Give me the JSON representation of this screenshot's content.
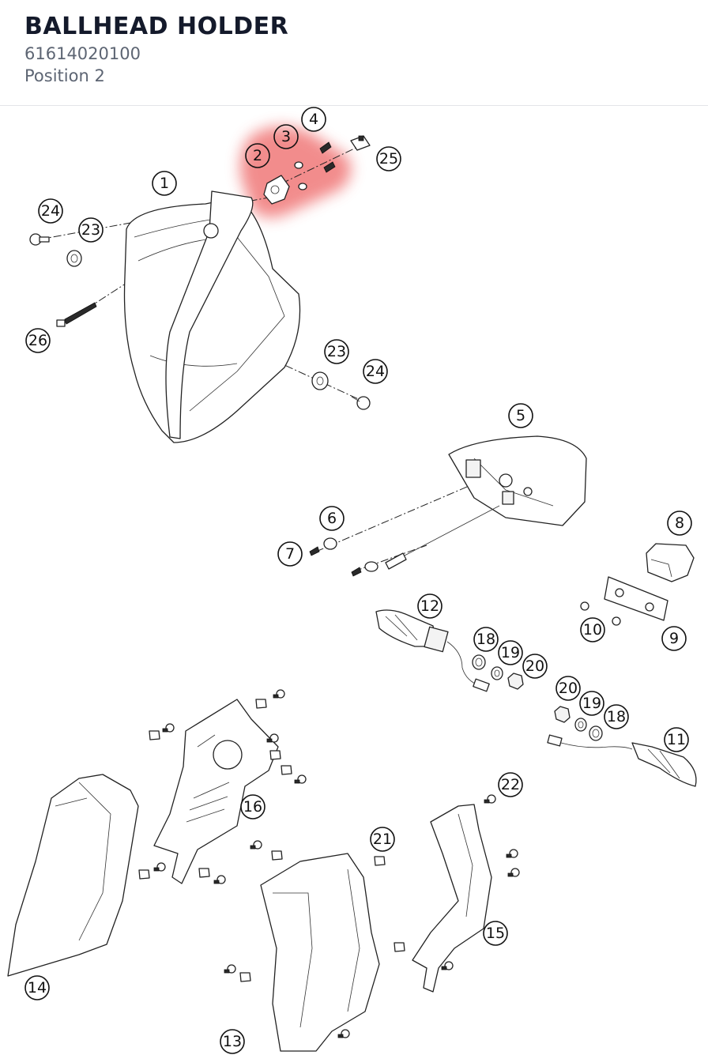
{
  "header": {
    "title": "BALLHEAD HOLDER",
    "part_number": "61614020100",
    "position": "Position 2"
  },
  "highlight": {
    "color": "#f07878",
    "labels": [
      "2",
      "3"
    ]
  },
  "callouts": [
    "1",
    "2",
    "3",
    "4",
    "5",
    "6",
    "7",
    "8",
    "9",
    "10",
    "11",
    "12",
    "13",
    "14",
    "15",
    "16",
    "18",
    "19",
    "20",
    "20",
    "19",
    "18",
    "21",
    "22",
    "23",
    "23",
    "24",
    "24",
    "25",
    "26"
  ]
}
